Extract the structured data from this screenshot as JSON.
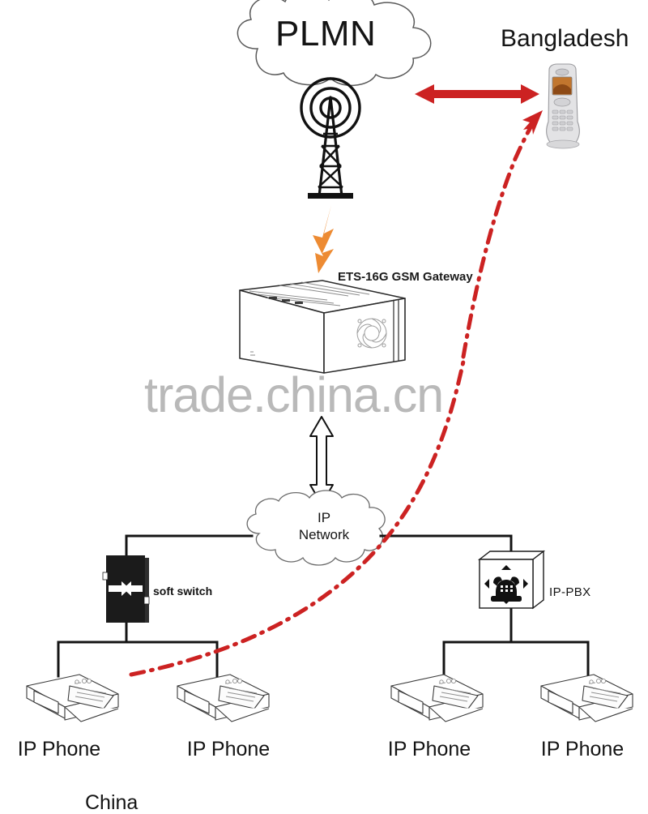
{
  "diagram": {
    "title": "ETS-16G GSM Gateway VoIP network topology",
    "watermark": "trade.china.cn",
    "colors": {
      "red_arrow": "#CC2222",
      "red_dashed_route": "#CC2222",
      "orange_bolt": "#ED8B33",
      "line_black": "#1a1a1a",
      "watermark_gray": "#b9b9b9",
      "cloud_outline": "#555555",
      "background": "#ffffff"
    },
    "nodes": {
      "plmn_cloud": {
        "label": "PLMN",
        "icon": "cloud-icon"
      },
      "cell_tower": {
        "label": "",
        "icon": "cell-tower-icon"
      },
      "bangladesh_region": {
        "label": "Bangladesh"
      },
      "mobile_handset": {
        "label": "",
        "icon": "mobile-handset-icon"
      },
      "gsm_gateway": {
        "label": "ETS-16G  GSM Gateway",
        "icon": "gsm-gateway-device-icon"
      },
      "ip_network_cloud": {
        "label_line1": "IP",
        "label_line2": "Network",
        "icon": "cloud-icon"
      },
      "soft_switch": {
        "label": "soft switch",
        "icon": "soft-switch-icon"
      },
      "ip_pbx": {
        "label": "IP-PBX",
        "icon": "ip-pbx-icon"
      },
      "china_region": {
        "label": "China"
      }
    },
    "ip_phones": [
      {
        "label": "IP Phone"
      },
      {
        "label": "IP Phone"
      },
      {
        "label": "IP Phone"
      },
      {
        "label": "IP Phone"
      }
    ],
    "links": {
      "gateway_to_ipnetwork": "double-headed-vertical-arrow",
      "tower_to_gateway": "orange-lightning-bolt",
      "plmn_to_handset": "red-double-headed-arrow",
      "call_route": "red-dash-dot-curve"
    }
  }
}
